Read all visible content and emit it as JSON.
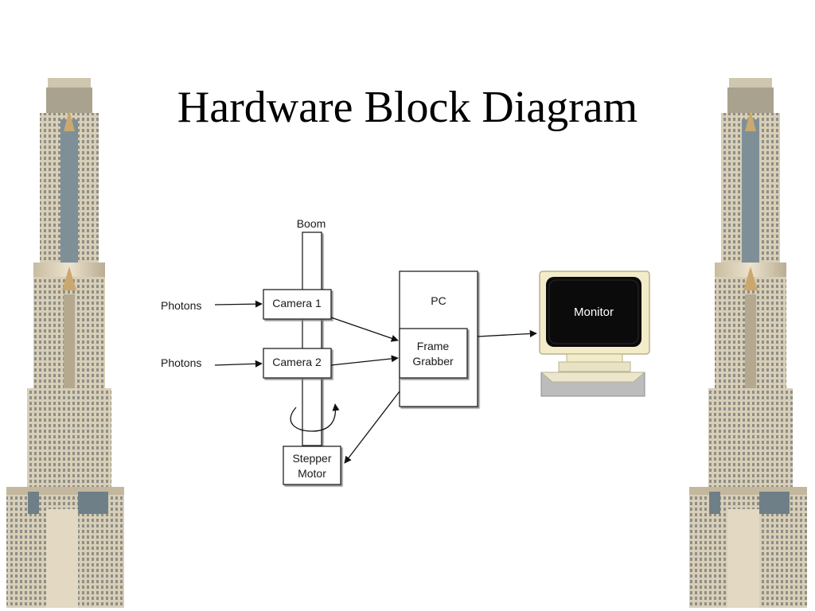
{
  "slide": {
    "title": "Hardware Block Diagram"
  },
  "diagram": {
    "boom_label": "Boom",
    "inputs": [
      {
        "label": "Photons"
      },
      {
        "label": "Photons"
      }
    ],
    "cameras": [
      {
        "label": "Camera 1"
      },
      {
        "label": "Camera 2"
      }
    ],
    "pc_label": "PC",
    "frame_grabber_lines": [
      "Frame",
      "Grabber"
    ],
    "stepper_motor_lines": [
      "Stepper",
      "Motor"
    ],
    "monitor_label": "Monitor"
  },
  "colors": {
    "background": "#ffffff",
    "text": "#000000",
    "box_stroke": "#222222",
    "monitor_screen": "#0b0b0b",
    "monitor_bezel": "#f2ecc9",
    "tower_stone": "#d8cdb4",
    "tower_glass": "#7d8c93"
  }
}
